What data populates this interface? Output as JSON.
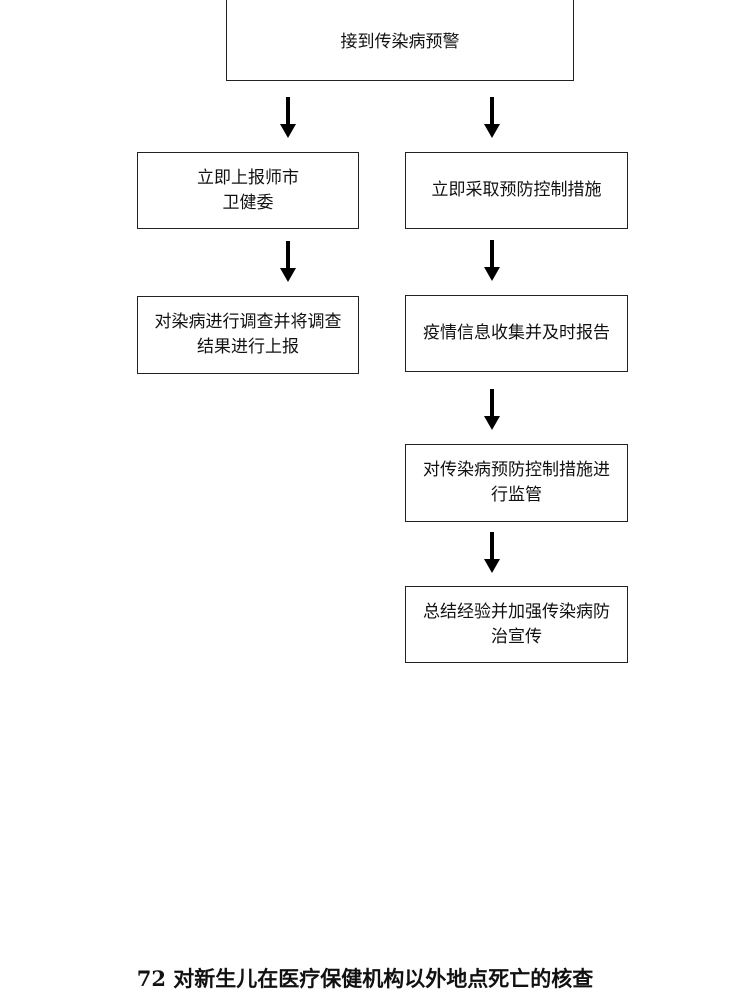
{
  "flowchart": {
    "top_box": "接到传染病预警",
    "left_column": [
      "立即上报师市\n卫健委",
      "对染病进行调查并将调查\n结果进行上报"
    ],
    "right_column": [
      "立即采取预防控制措施",
      "疫情信息收集并及时报告",
      "对传染病预防控制措施进\n行监管",
      "总结经验并加强传染病防\n治宣传"
    ]
  },
  "footer": {
    "heading": "72 对新生儿在医疗保健机构以外地点死亡的核查"
  }
}
